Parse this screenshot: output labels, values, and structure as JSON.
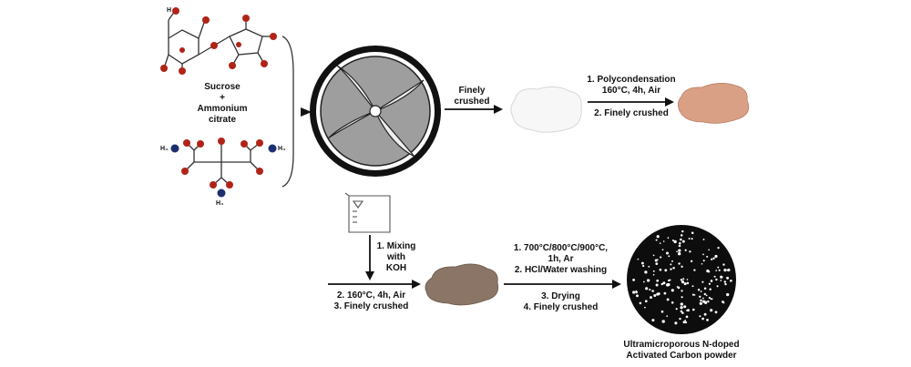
{
  "reagents": {
    "line1": "Sucrose",
    "line2": "+",
    "line3": "Ammonium",
    "line4": "citrate"
  },
  "atom_labels": {
    "hydroxyl_h": "H",
    "ammonium_left": "H₄",
    "ammonium_right": "H₄",
    "ammonium_bottom": "H₄",
    "plus": "+",
    "minus": "-"
  },
  "step_grind": {
    "line1": "Finely",
    "line2": "crushed"
  },
  "step_polycondensation": {
    "line1": "1. Polycondensation",
    "line2": "160°C, 4h, Air",
    "line3": "2. Finely crushed"
  },
  "step_mixing": {
    "line1": "1. Mixing",
    "line2": "with",
    "line3": "KOH"
  },
  "step_drying_koh": {
    "line1": "2. 160°C, 4h, Air",
    "line2": "3. Finely crushed"
  },
  "step_activation": {
    "line1": "1. 700°C/800°C/900°C,",
    "line2": "1h, Ar",
    "line3": "2. HCl/Water washing",
    "line4": "3. Drying",
    "line5": "4. Finely crushed"
  },
  "product": {
    "line1": "Ultramicroporous N-doped",
    "line2": "Activated Carbon powder"
  },
  "colors": {
    "white_powder": "#f7f7f7",
    "polymer_powder": "#d9a085",
    "koh_mixture": "#8a7566",
    "carbon": "#0d0d0d",
    "oxygen": "#b02418",
    "nitrogen": "#1d2f6e",
    "mill_fill": "#9e9e9e"
  }
}
